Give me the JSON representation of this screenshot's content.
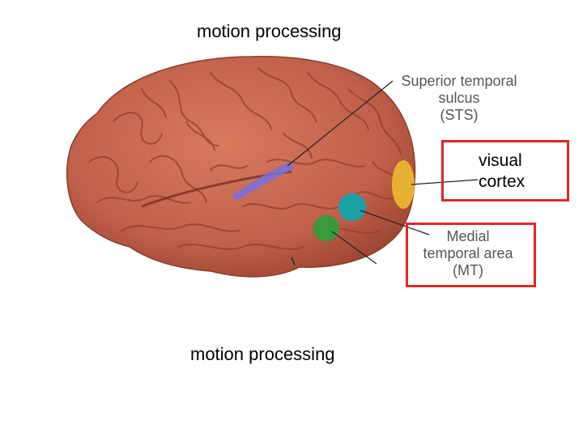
{
  "titles": {
    "top": "motion processing",
    "bottom": "motion processing"
  },
  "labels": {
    "sts": [
      "Superior temporal",
      "sulcus",
      "(STS)"
    ],
    "visual_cortex": [
      "visual",
      "cortex"
    ],
    "mt": [
      "Medial",
      "temporal area",
      "(MT)"
    ]
  },
  "colors": {
    "brain": "#c8684e",
    "brain_dark": "#9a4430",
    "sts_region": "#7a6ee0",
    "mt_region": "#1aa0a8",
    "mst_region": "#3a9a3a",
    "visual_cortex_region": "#e8b030",
    "highlight_box": "#e0262a"
  }
}
